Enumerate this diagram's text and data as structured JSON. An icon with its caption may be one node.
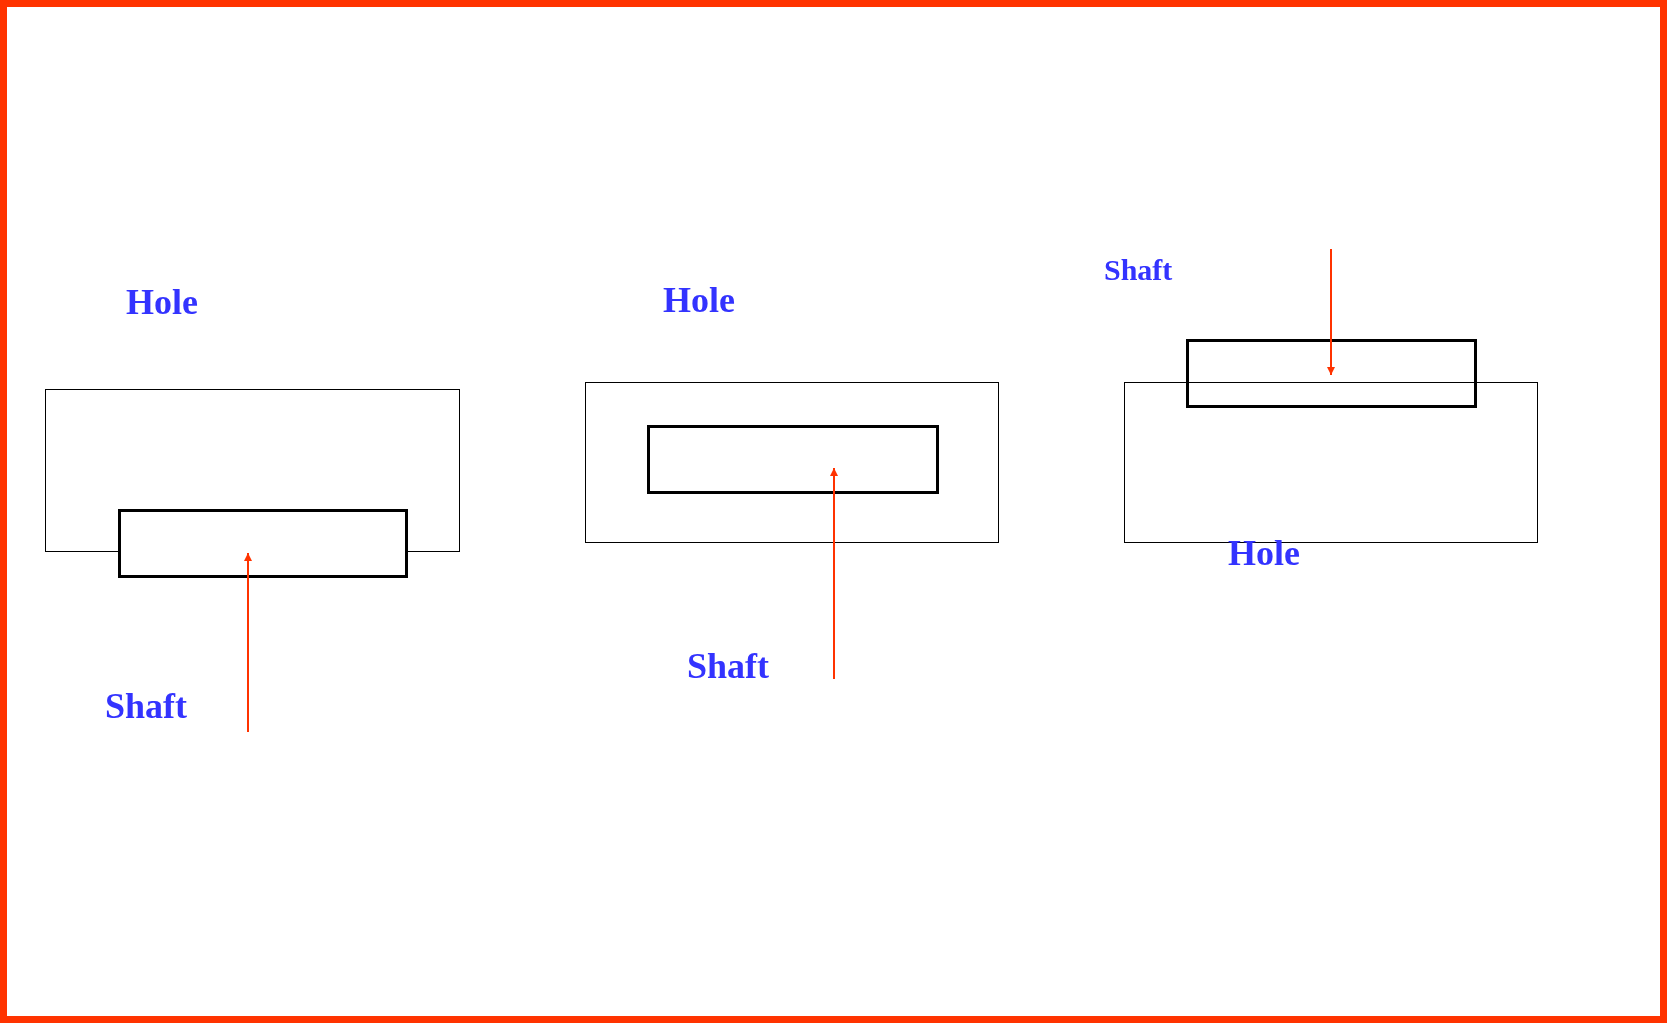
{
  "diagram": {
    "nodes": [
      {
        "text": [
          "Hole"
        ]
      },
      {
        "text": [],
        "shape": "box"
      },
      {
        "text": [
          "Shaft"
        ]
      },
      {
        "text": [
          "Hole"
        ]
      },
      {
        "text": [],
        "shape": "box",
        "in": 3
      },
      {
        "text": [
          "Shaft"
        ]
      },
      {
        "text": [],
        "shape": "box"
      },
      {
        "text": [
          "Hole"
        ]
      }
    ],
    "edges": [
      {
        "from": 2,
        "to": 1,
        "arrow": "to"
      },
      {
        "from": 5,
        "to": 4,
        "arrow": "to"
      },
      {
        "from": null,
        "to": 6,
        "arrow": "to"
      }
    ],
    "labels": [
      "Shaft"
    ]
  }
}
